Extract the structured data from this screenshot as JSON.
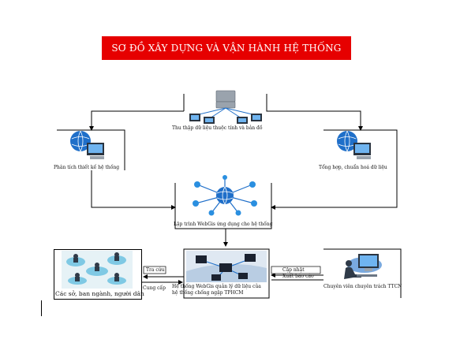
{
  "title": "SƠ ĐỒ XÂY DỰNG VÀ VẬN HÀNH HỆ THỐNG",
  "nodes": {
    "collect": "Thu thập dữ liệu thuộc tính và bản đồ",
    "analyze": "Phân tích thiết kế hệ thống",
    "aggregate": "Tổng hợp, chuẩn hoá dữ liệu",
    "program": "Lập trình WebGis ứng dụng cho hệ thống",
    "webgis_line1": "Hệ thống WebGis quản lý dữ liệu của",
    "webgis_line2": "hệ thống chống ngập TPHCM",
    "users": "Các sở, ban ngành, người dân",
    "specialist": "Chuyên viên chuyên trách TTCN"
  },
  "flows": {
    "lookup": "Tra cứu",
    "provide": "Cung cấp",
    "update": "Cập nhật",
    "export": "Xuất báo cáo"
  },
  "colors": {
    "banner": "#e60000",
    "globe": "#1f6fc9",
    "arrow": "#000000"
  },
  "icons": {
    "collect": "server-network-icon",
    "analyze": "globe-computer-icon",
    "aggregate": "globe-computer-icon",
    "program": "network-globe-icon",
    "webgis": "computer-network-icon",
    "users": "people-cloud-icon",
    "specialist": "workstation-icon"
  }
}
